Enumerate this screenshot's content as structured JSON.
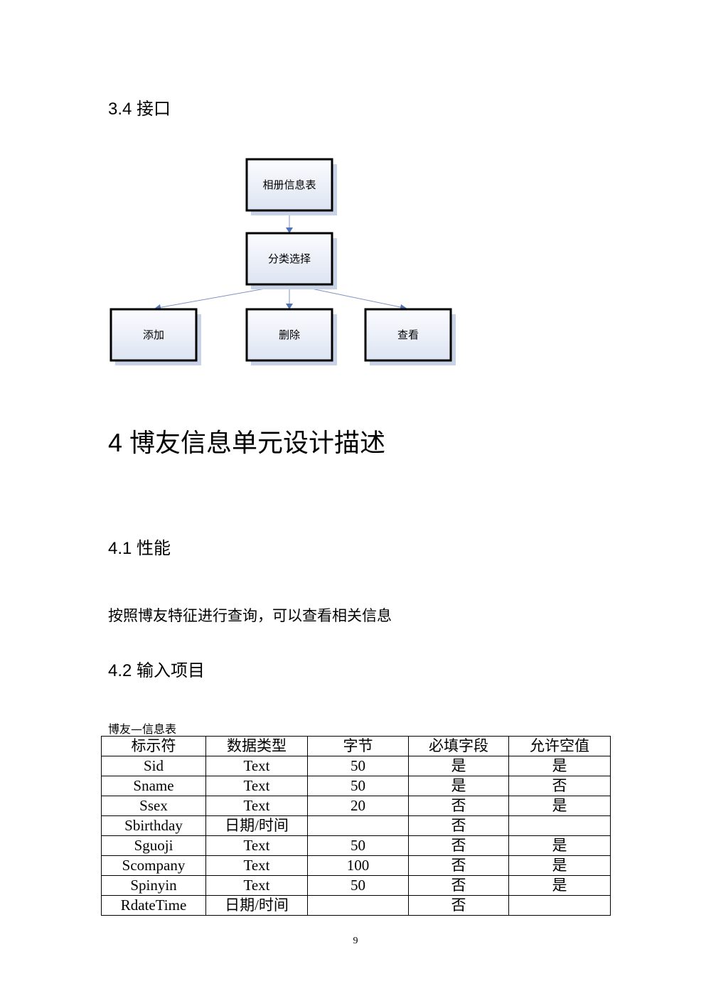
{
  "sections": {
    "interface_heading": "3.4 接口",
    "chapter_heading": "4 博友信息单元设计描述",
    "performance_heading": "4.1 性能",
    "performance_text": "按照博友特征进行查询，可以查看相关信息",
    "input_heading": "4.2 输入项目"
  },
  "diagram": {
    "nodes": {
      "root": "相册信息表",
      "select": "分类选择",
      "add": "添加",
      "delete": "删除",
      "view": "查看"
    },
    "colors": {
      "node_fill_top": "#fbfcfe",
      "node_fill_bottom": "#dde4f2",
      "edge": "#7d93c3",
      "arrow": "#4f74b6"
    }
  },
  "table": {
    "caption": "博友—信息表",
    "headers": [
      "标示符",
      "数据类型",
      "字节",
      "必填字段",
      "允许空值"
    ],
    "rows": [
      [
        "Sid",
        "Text",
        "50",
        "是",
        "是"
      ],
      [
        "Sname",
        "Text",
        "50",
        "是",
        "否"
      ],
      [
        "Ssex",
        "Text",
        "20",
        "否",
        "是"
      ],
      [
        "Sbirthday",
        "日期/时间",
        "",
        "否",
        ""
      ],
      [
        "Sguoji",
        "Text",
        "50",
        "否",
        "是"
      ],
      [
        "Scompany",
        "Text",
        "100",
        "否",
        "是"
      ],
      [
        "Spinyin",
        "Text",
        "50",
        "否",
        "是"
      ],
      [
        "RdateTime",
        "日期/时间",
        "",
        "否",
        ""
      ]
    ]
  },
  "footer": {
    "page_number": "9"
  }
}
